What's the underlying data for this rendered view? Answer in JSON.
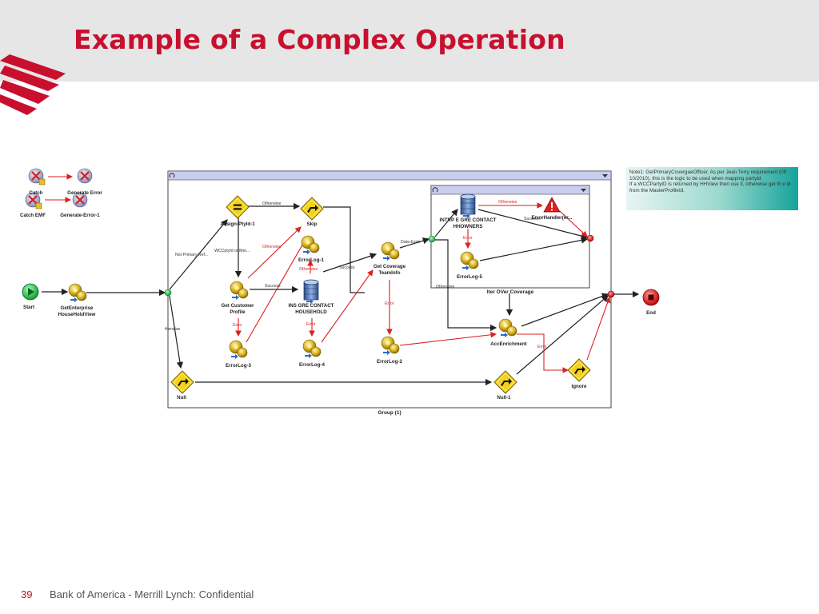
{
  "slide": {
    "title": "Example of a Complex Operation",
    "page_number": "39",
    "footer": "Bank of America - Merrill Lynch: Confidential"
  },
  "note": {
    "line1": "Note1: GetPrimaryCovergaeOfficer. As per Jean Terry requirement (09 10/2010), this is the logic to be used when mapping partyId.",
    "line2": "If a WCCPartyID is returned by HHView then use it, otherwise get th e id from the MasterProfileId."
  },
  "diagram": {
    "legend": {
      "catch": "Catch",
      "generate_error": "Generate Error",
      "catch_emf": "Catch EMF",
      "generate_error_1": "Generate-Error-1"
    },
    "nodes": {
      "start": "Start",
      "get_enterprise_1": "GetEnterprise",
      "get_enterprise_2": "HouseHoldView",
      "end": "End",
      "assign": "Assign-PtyId-1",
      "skip": "Skip",
      "errorlog1": "ErrorLog-1",
      "get_customer_1": "Get Customer",
      "get_customer_2": "Profile",
      "ins_gre_1": "INS GRE CONTACT",
      "ins_gre_2": "HOUSEHOLD",
      "get_coverage_1": "Get Coverage",
      "get_coverage_2": "TeamInfo",
      "errorlog3": "ErrorLog-3",
      "errorlog4": "ErrorLog-4",
      "errorlog2": "ErrorLog-2",
      "intrp_1": "INTRP E GRE CONTACT",
      "intrp_2": "HHOWNERS",
      "error_handler": "ErrorHandler(er...",
      "errorlog5": "ErrorLog-5",
      "iter_over": "Iter OVer Coverage",
      "acc_enrichment": "AccEnrichment",
      "ignore": "Ignore",
      "null": "Null",
      "null_1": "Null-1",
      "group": "Group (1)"
    },
    "edge_labels": {
      "otherwise_top": "Otherwise",
      "not_primary": "Not Primary Ref...",
      "wccptyid": "WCCptyId or Met...",
      "otherwise_red": "Otherwise",
      "otherwise_red2": "Otherwise",
      "success_1": "Success",
      "success_2": "Success",
      "success_3": "Success",
      "error_1": "Error",
      "error_2": "Error",
      "error_3": "Error",
      "error_4": "Error",
      "error_5": "Error",
      "otherwise_left": "therwise",
      "otherwise_inner": "Otherwise",
      "otherwise_iter": "Otherwise",
      "data_exist": "Data Exist"
    }
  }
}
